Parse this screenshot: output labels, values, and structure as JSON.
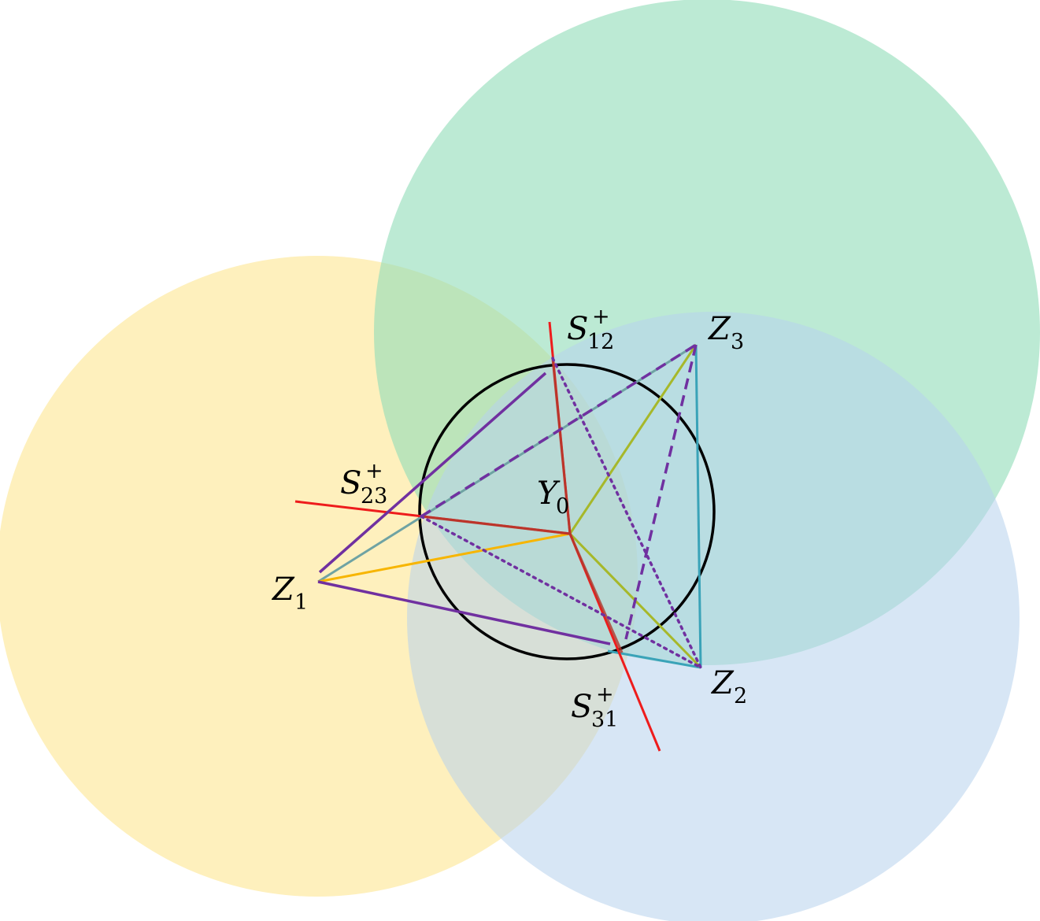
{
  "colors": {
    "circle_yellow": "#fdeebd",
    "circle_green": "#bde9d4",
    "circle_blue": "#d4e4f2",
    "black_circle": "#000000",
    "red": "#ee1c1c",
    "red_dark": "#c0392b",
    "purple": "#7030a0",
    "teal": "#3aa3b8",
    "olive": "#a6b82a",
    "orange": "#f7b500",
    "gray_teal": "#7a9e9a"
  },
  "labels": {
    "z1": {
      "base": "Z",
      "sub": "1"
    },
    "z2": {
      "base": "Z",
      "sub": "2"
    },
    "z3": {
      "base": "Z",
      "sub": "3"
    },
    "y0": {
      "base": "Y",
      "sub": "0"
    },
    "s12": {
      "base": "S",
      "sub": "12",
      "sup": "+"
    },
    "s23": {
      "base": "S",
      "sub": "23",
      "sup": "+"
    },
    "s31": {
      "base": "S",
      "sub": "31",
      "sup": "+"
    }
  }
}
